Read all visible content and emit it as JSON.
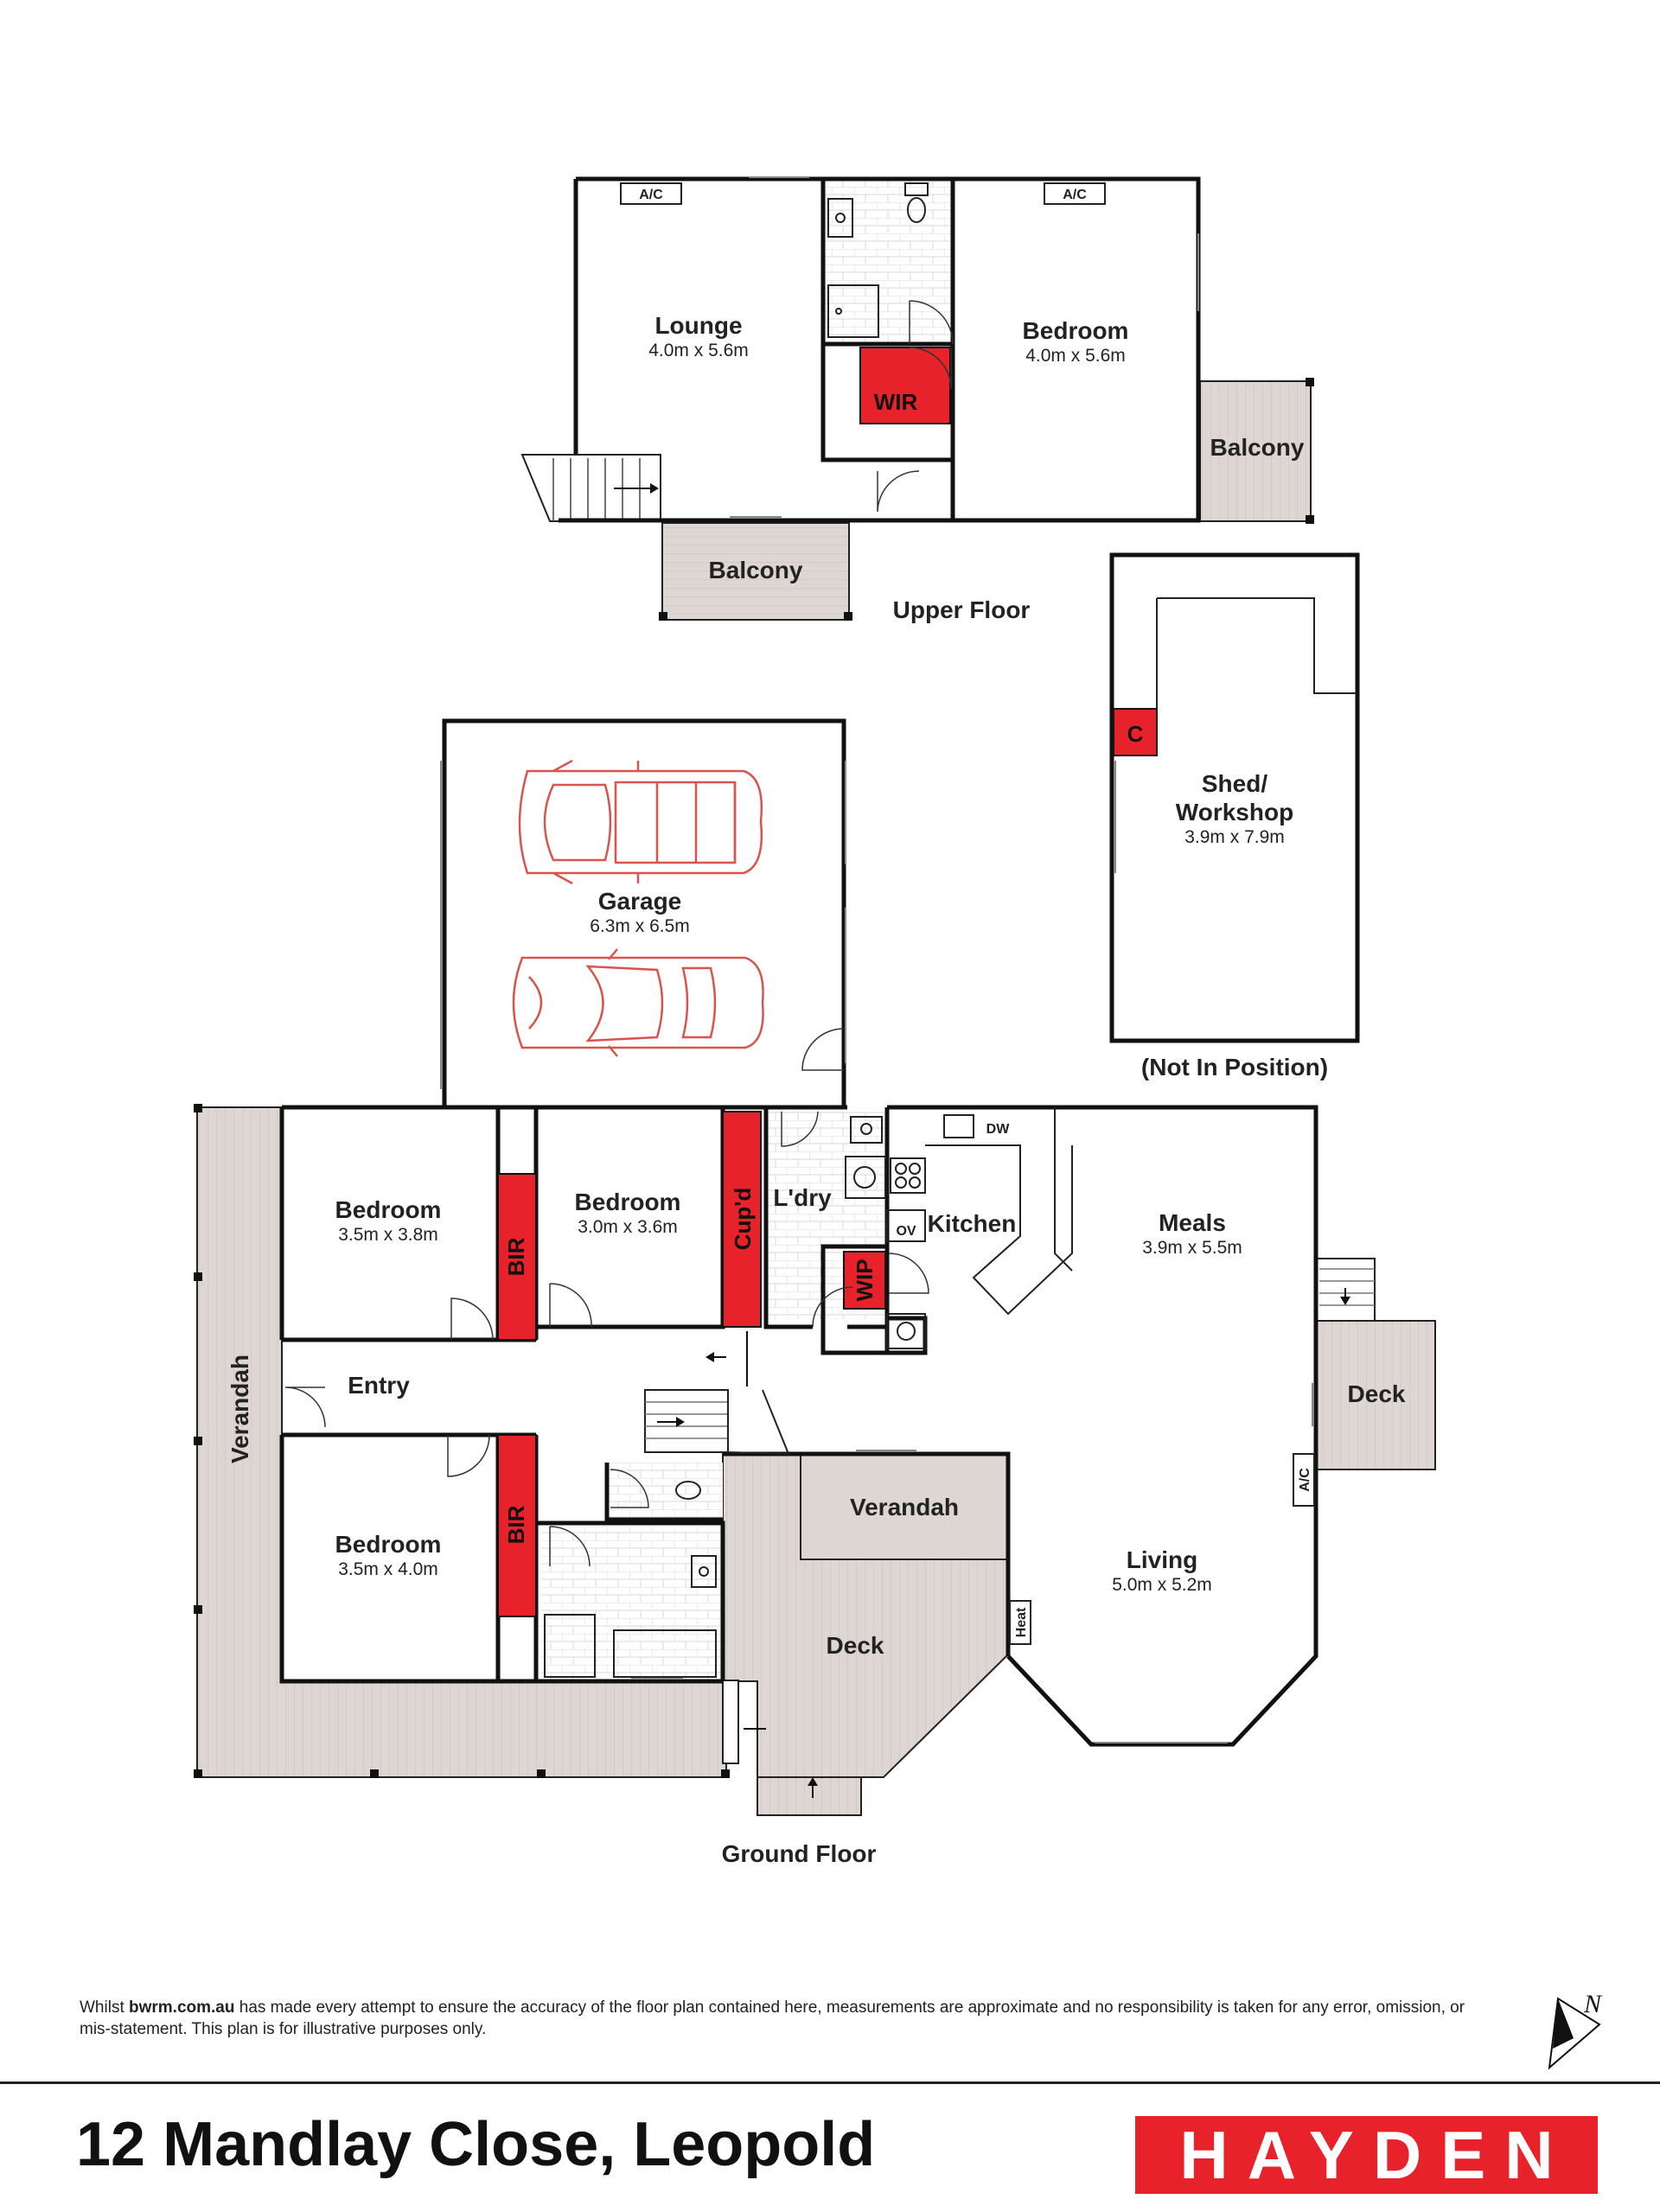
{
  "upper_floor": {
    "label": "Upper Floor",
    "lounge": {
      "name": "Lounge",
      "dims": "4.0m x 5.6m"
    },
    "bedroom": {
      "name": "Bedroom",
      "dims": "4.0m x 5.6m"
    },
    "wir": "WIR",
    "balcony_right": "Balcony",
    "balcony_bottom": "Balcony",
    "ac_left": "A/C",
    "ac_right": "A/C"
  },
  "shed": {
    "name_line1": "Shed/",
    "name_line2": "Workshop",
    "dims": "3.9m x 7.9m",
    "closet": "C",
    "note": "(Not In Position)"
  },
  "garage": {
    "name": "Garage",
    "dims": "6.3m x 6.5m"
  },
  "ground_floor": {
    "label": "Ground Floor",
    "bedroom1": {
      "name": "Bedroom",
      "dims": "3.5m x 3.8m"
    },
    "bedroom2": {
      "name": "Bedroom",
      "dims": "3.0m x 3.6m"
    },
    "bedroom3": {
      "name": "Bedroom",
      "dims": "3.5m x 4.0m"
    },
    "bir1": "BIR",
    "bir2": "BIR",
    "cupd": "Cup'd",
    "ldry": "L'dry",
    "wip": "WIP",
    "kitchen": "Kitchen",
    "ov": "OV",
    "dw": "DW",
    "meals": {
      "name": "Meals",
      "dims": "3.9m x 5.5m"
    },
    "living": {
      "name": "Living",
      "dims": "5.0m x 5.2m"
    },
    "entry": "Entry",
    "verandah_left": "Verandah",
    "verandah_mid": "Verandah",
    "deck_mid": "Deck",
    "deck_right": "Deck",
    "heat": "Heat",
    "ac": "A/C"
  },
  "disclaimer": {
    "prefix": "Whilst ",
    "site": "bwrm.com.au",
    "rest": " has made every attempt to ensure the accuracy of the floor plan contained here, measurements are approximate and no responsibility is taken for any error, omission, or mis-statement. This plan is for illustrative purposes only."
  },
  "north_label": "N",
  "address": "12 Mandlay Close, Leopold",
  "brand": "HAYDEN",
  "colors": {
    "accent_red": "#e8222a",
    "deck": "#ddd6d3",
    "wall": "#111111"
  }
}
